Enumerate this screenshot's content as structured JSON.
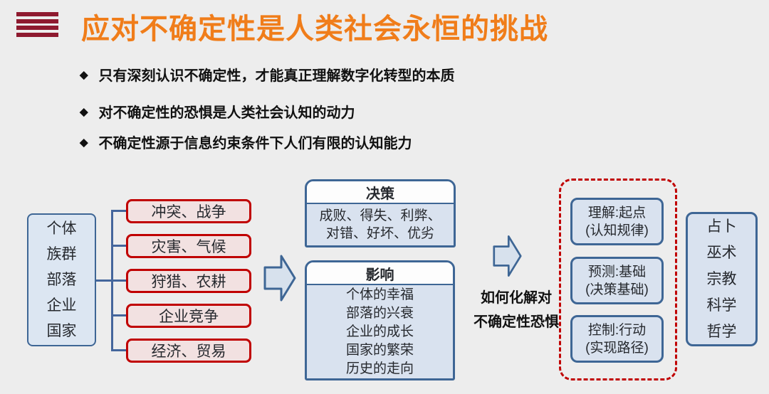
{
  "header": {
    "title": "应对不确定性是人类社会永恒的挑战",
    "title_color": "#F07D1A",
    "icon_color": "#8E1A2F"
  },
  "bullet_marker": "◆",
  "bullets": [
    "只有深刻认识不确定性，才能真正理解数字化转型的本质",
    "对不确定性的恐惧是人类社会认知的动力",
    "不确定性源于信息约束条件下人们有限的认知能力"
  ],
  "diagram": {
    "subjects": [
      "个体",
      "族群",
      "部落",
      "企业",
      "国家"
    ],
    "events": [
      "冲突、战争",
      "灾害、气候",
      "狩猎、农耕",
      "企业竞争",
      "经济、贸易"
    ],
    "decision": {
      "header": "决策",
      "lines": [
        "成败、得失、利弊、",
        "对错、好坏、优劣"
      ]
    },
    "impact": {
      "header": "影响",
      "lines": [
        "个体的幸福",
        "部落的兴衰",
        "企业的成长",
        "国家的繁荣",
        "历史的走向"
      ]
    },
    "question": [
      "如何化解对",
      "不确定性恐惧"
    ],
    "approaches": [
      {
        "title": "理解:起点",
        "subtitle": "(认知规律)"
      },
      {
        "title": "预测:基础",
        "subtitle": "(决策基础)"
      },
      {
        "title": "控制:行动",
        "subtitle": "(实现路径)"
      }
    ],
    "methods": [
      "占卜",
      "巫术",
      "宗教",
      "科学",
      "哲学"
    ]
  },
  "colors": {
    "background": "#EDEDED",
    "blue_border": "#3E6695",
    "blue_fill": "#D9E2EF",
    "red_border": "#C00000",
    "pink_fill": "#F2E1E1",
    "connector": "#44669C",
    "text_dark": "#26292E"
  }
}
